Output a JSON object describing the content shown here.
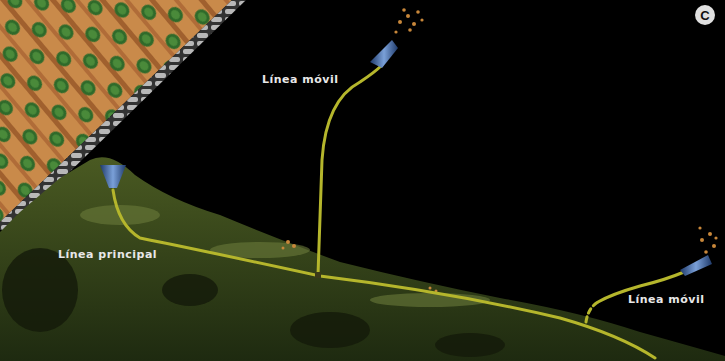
{
  "diagram": {
    "nodes": [
      {
        "text": [
          "C"
        ]
      }
    ],
    "labels": [
      "Línea móvil",
      "Línea principal",
      "Línea móvil"
    ]
  }
}
